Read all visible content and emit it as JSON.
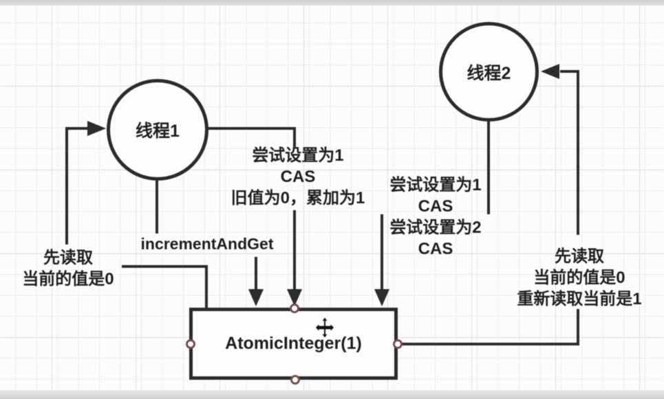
{
  "diagram": {
    "nodes": {
      "thread1": {
        "label": "线程1"
      },
      "thread2": {
        "label": "线程2"
      },
      "atomic": {
        "label": "AtomicInteger(1)"
      }
    },
    "annotations": {
      "read_left": {
        "lines": [
          "先读取",
          "当前的值是0"
        ]
      },
      "increment": {
        "text": "incrementAndGet"
      },
      "cas_left": {
        "lines": [
          "尝试设置为1",
          "CAS",
          "旧值为0，累加为1"
        ]
      },
      "cas_right": {
        "lines": [
          "尝试设置为1",
          "CAS",
          "尝试设置为2",
          "CAS"
        ]
      },
      "read_right": {
        "lines": [
          "先读取",
          "当前的值是0",
          "重新读取当前是1"
        ]
      }
    },
    "icons": {
      "move": "move-icon"
    },
    "colors": {
      "shape_stroke": "#2b2b2b",
      "shape_fill": "#fdfdfd",
      "connection_point": "#7b4a4a",
      "canvas_background": "#fcfcfc",
      "grid_minor": "#eeeeee",
      "grid_major": "#dedede",
      "text": "#1e1e1e"
    }
  }
}
